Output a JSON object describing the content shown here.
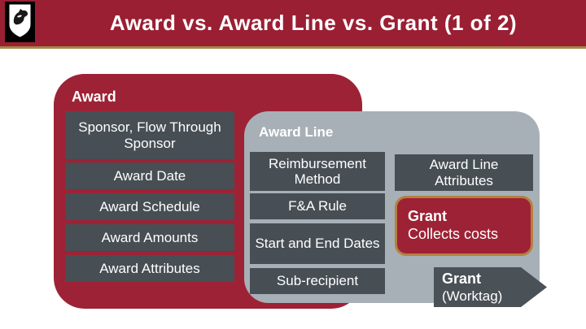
{
  "header": {
    "title": "Award vs. Award Line vs. Grant (1 of 2)",
    "logo_icon": "wsu-cougar-shield"
  },
  "colors": {
    "header_crimson": "#9a1f33",
    "panel_crimson": "#9d2235",
    "gold_rule": "#a6874a",
    "dark_box": "#474e54",
    "gray_panel": "#a7b0b7",
    "arrow_gray": "#4a5157",
    "grant_border_bronze": "#b5803f",
    "text_white": "#ffffff"
  },
  "diagram": {
    "award": {
      "title": "Award",
      "items": [
        "Sponsor, Flow Through Sponsor",
        "Award Date",
        "Award Schedule",
        "Award Amounts",
        "Award Attributes"
      ]
    },
    "award_line": {
      "title": "Award Line",
      "items": [
        "Reimbursement Method",
        "F&A Rule",
        "Start and End Dates",
        "Sub-recipient"
      ],
      "attributes_box": "Award Line Attributes",
      "grant_box": {
        "title": "Grant",
        "subtitle": "Collects costs"
      }
    },
    "grant_arrow": {
      "title": "Grant",
      "subtitle": "(Worktag)"
    }
  }
}
